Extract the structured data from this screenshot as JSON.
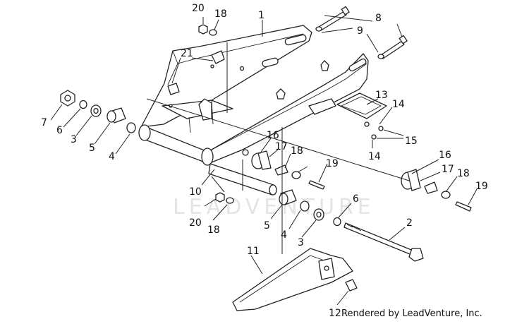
{
  "diagram": {
    "watermark": "LEADVENTURE",
    "credit": "Rendered by LeadVenture, Inc.",
    "callouts": [
      "1",
      "2",
      "3",
      "3",
      "4",
      "4",
      "5",
      "5",
      "6",
      "6",
      "7",
      "8",
      "9",
      "10",
      "11",
      "12",
      "13",
      "14",
      "14",
      "15",
      "16",
      "16",
      "17",
      "17",
      "18",
      "18",
      "18",
      "18",
      "19",
      "19",
      "20",
      "20",
      "21"
    ],
    "colors": {
      "line": "#222222",
      "background": "#ffffff",
      "watermark": "#e4e4e4"
    }
  }
}
